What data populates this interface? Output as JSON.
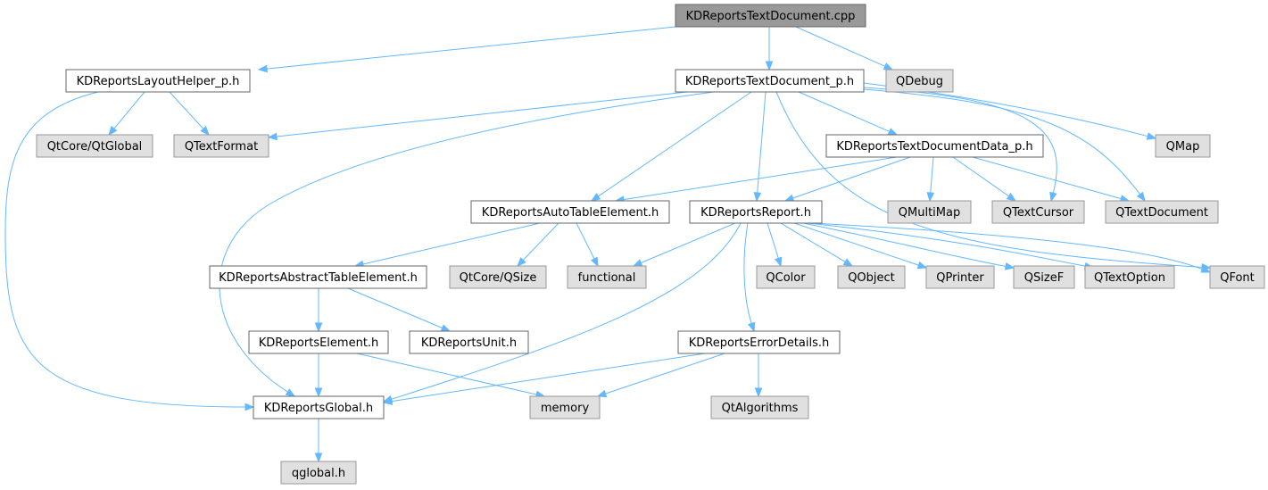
{
  "colors": {
    "root_fill": "#999999",
    "root_stroke": "#666666",
    "local_fill": "#ffffff",
    "local_stroke": "#666666",
    "system_fill": "#e0e0e0",
    "system_stroke": "#999999",
    "edge": "#63b8ff",
    "text": "#000000"
  },
  "nodes": [
    {
      "id": "textdoc_cpp",
      "label": "KDReportsTextDocument.cpp",
      "kind": "root"
    },
    {
      "id": "layouthelper",
      "label": "KDReportsLayoutHelper_p.h",
      "kind": "local"
    },
    {
      "id": "textdoc_p",
      "label": "KDReportsTextDocument_p.h",
      "kind": "local"
    },
    {
      "id": "qdebug",
      "label": "QDebug",
      "kind": "system"
    },
    {
      "id": "qtglobal",
      "label": "QtCore/QtGlobal",
      "kind": "system"
    },
    {
      "id": "qtextformat",
      "label": "QTextFormat",
      "kind": "system"
    },
    {
      "id": "textdocdata",
      "label": "KDReportsTextDocumentData_p.h",
      "kind": "local"
    },
    {
      "id": "qmap",
      "label": "QMap",
      "kind": "system"
    },
    {
      "id": "autotable",
      "label": "KDReportsAutoTableElement.h",
      "kind": "local"
    },
    {
      "id": "report",
      "label": "KDReportsReport.h",
      "kind": "local"
    },
    {
      "id": "qmultimap",
      "label": "QMultiMap",
      "kind": "system"
    },
    {
      "id": "qtextcursor",
      "label": "QTextCursor",
      "kind": "system"
    },
    {
      "id": "qtextdocument",
      "label": "QTextDocument",
      "kind": "system"
    },
    {
      "id": "abstracttable",
      "label": "KDReportsAbstractTableElement.h",
      "kind": "local"
    },
    {
      "id": "qsize",
      "label": "QtCore/QSize",
      "kind": "system"
    },
    {
      "id": "functional",
      "label": "functional",
      "kind": "system"
    },
    {
      "id": "qcolor",
      "label": "QColor",
      "kind": "system"
    },
    {
      "id": "qobject",
      "label": "QObject",
      "kind": "system"
    },
    {
      "id": "qprinter",
      "label": "QPrinter",
      "kind": "system"
    },
    {
      "id": "qsizef",
      "label": "QSizeF",
      "kind": "system"
    },
    {
      "id": "qtextoption",
      "label": "QTextOption",
      "kind": "system"
    },
    {
      "id": "qfont",
      "label": "QFont",
      "kind": "system"
    },
    {
      "id": "element",
      "label": "KDReportsElement.h",
      "kind": "local"
    },
    {
      "id": "unit",
      "label": "KDReportsUnit.h",
      "kind": "local"
    },
    {
      "id": "errordetails",
      "label": "KDReportsErrorDetails.h",
      "kind": "local"
    },
    {
      "id": "global",
      "label": "KDReportsGlobal.h",
      "kind": "local"
    },
    {
      "id": "memory",
      "label": "memory",
      "kind": "system"
    },
    {
      "id": "qtalgorithms",
      "label": "QtAlgorithms",
      "kind": "system"
    },
    {
      "id": "qglobal",
      "label": "qglobal.h",
      "kind": "system"
    }
  ],
  "edges": [
    {
      "from": "textdoc_cpp",
      "to": "layouthelper"
    },
    {
      "from": "textdoc_cpp",
      "to": "textdoc_p"
    },
    {
      "from": "textdoc_cpp",
      "to": "qdebug"
    },
    {
      "from": "layouthelper",
      "to": "qtglobal"
    },
    {
      "from": "layouthelper",
      "to": "qtextformat"
    },
    {
      "from": "layouthelper",
      "to": "global"
    },
    {
      "from": "textdoc_p",
      "to": "qtextformat"
    },
    {
      "from": "textdoc_p",
      "to": "textdocdata"
    },
    {
      "from": "textdoc_p",
      "to": "qmap"
    },
    {
      "from": "textdoc_p",
      "to": "autotable"
    },
    {
      "from": "textdoc_p",
      "to": "report"
    },
    {
      "from": "textdoc_p",
      "to": "qtextcursor"
    },
    {
      "from": "textdoc_p",
      "to": "qtextdocument"
    },
    {
      "from": "textdoc_p",
      "to": "global"
    },
    {
      "from": "textdoc_p",
      "to": "qfont"
    },
    {
      "from": "textdocdata",
      "to": "autotable"
    },
    {
      "from": "textdocdata",
      "to": "report"
    },
    {
      "from": "textdocdata",
      "to": "qmultimap"
    },
    {
      "from": "textdocdata",
      "to": "qtextcursor"
    },
    {
      "from": "textdocdata",
      "to": "qtextdocument"
    },
    {
      "from": "autotable",
      "to": "abstracttable"
    },
    {
      "from": "autotable",
      "to": "qsize"
    },
    {
      "from": "autotable",
      "to": "functional"
    },
    {
      "from": "report",
      "to": "functional"
    },
    {
      "from": "report",
      "to": "qcolor"
    },
    {
      "from": "report",
      "to": "qobject"
    },
    {
      "from": "report",
      "to": "qprinter"
    },
    {
      "from": "report",
      "to": "qsizef"
    },
    {
      "from": "report",
      "to": "qtextoption"
    },
    {
      "from": "report",
      "to": "qfont"
    },
    {
      "from": "report",
      "to": "errordetails"
    },
    {
      "from": "report",
      "to": "global"
    },
    {
      "from": "abstracttable",
      "to": "element"
    },
    {
      "from": "abstracttable",
      "to": "unit"
    },
    {
      "from": "element",
      "to": "global"
    },
    {
      "from": "element",
      "to": "memory"
    },
    {
      "from": "errordetails",
      "to": "global"
    },
    {
      "from": "errordetails",
      "to": "memory"
    },
    {
      "from": "errordetails",
      "to": "qtalgorithms"
    },
    {
      "from": "global",
      "to": "qglobal"
    }
  ]
}
